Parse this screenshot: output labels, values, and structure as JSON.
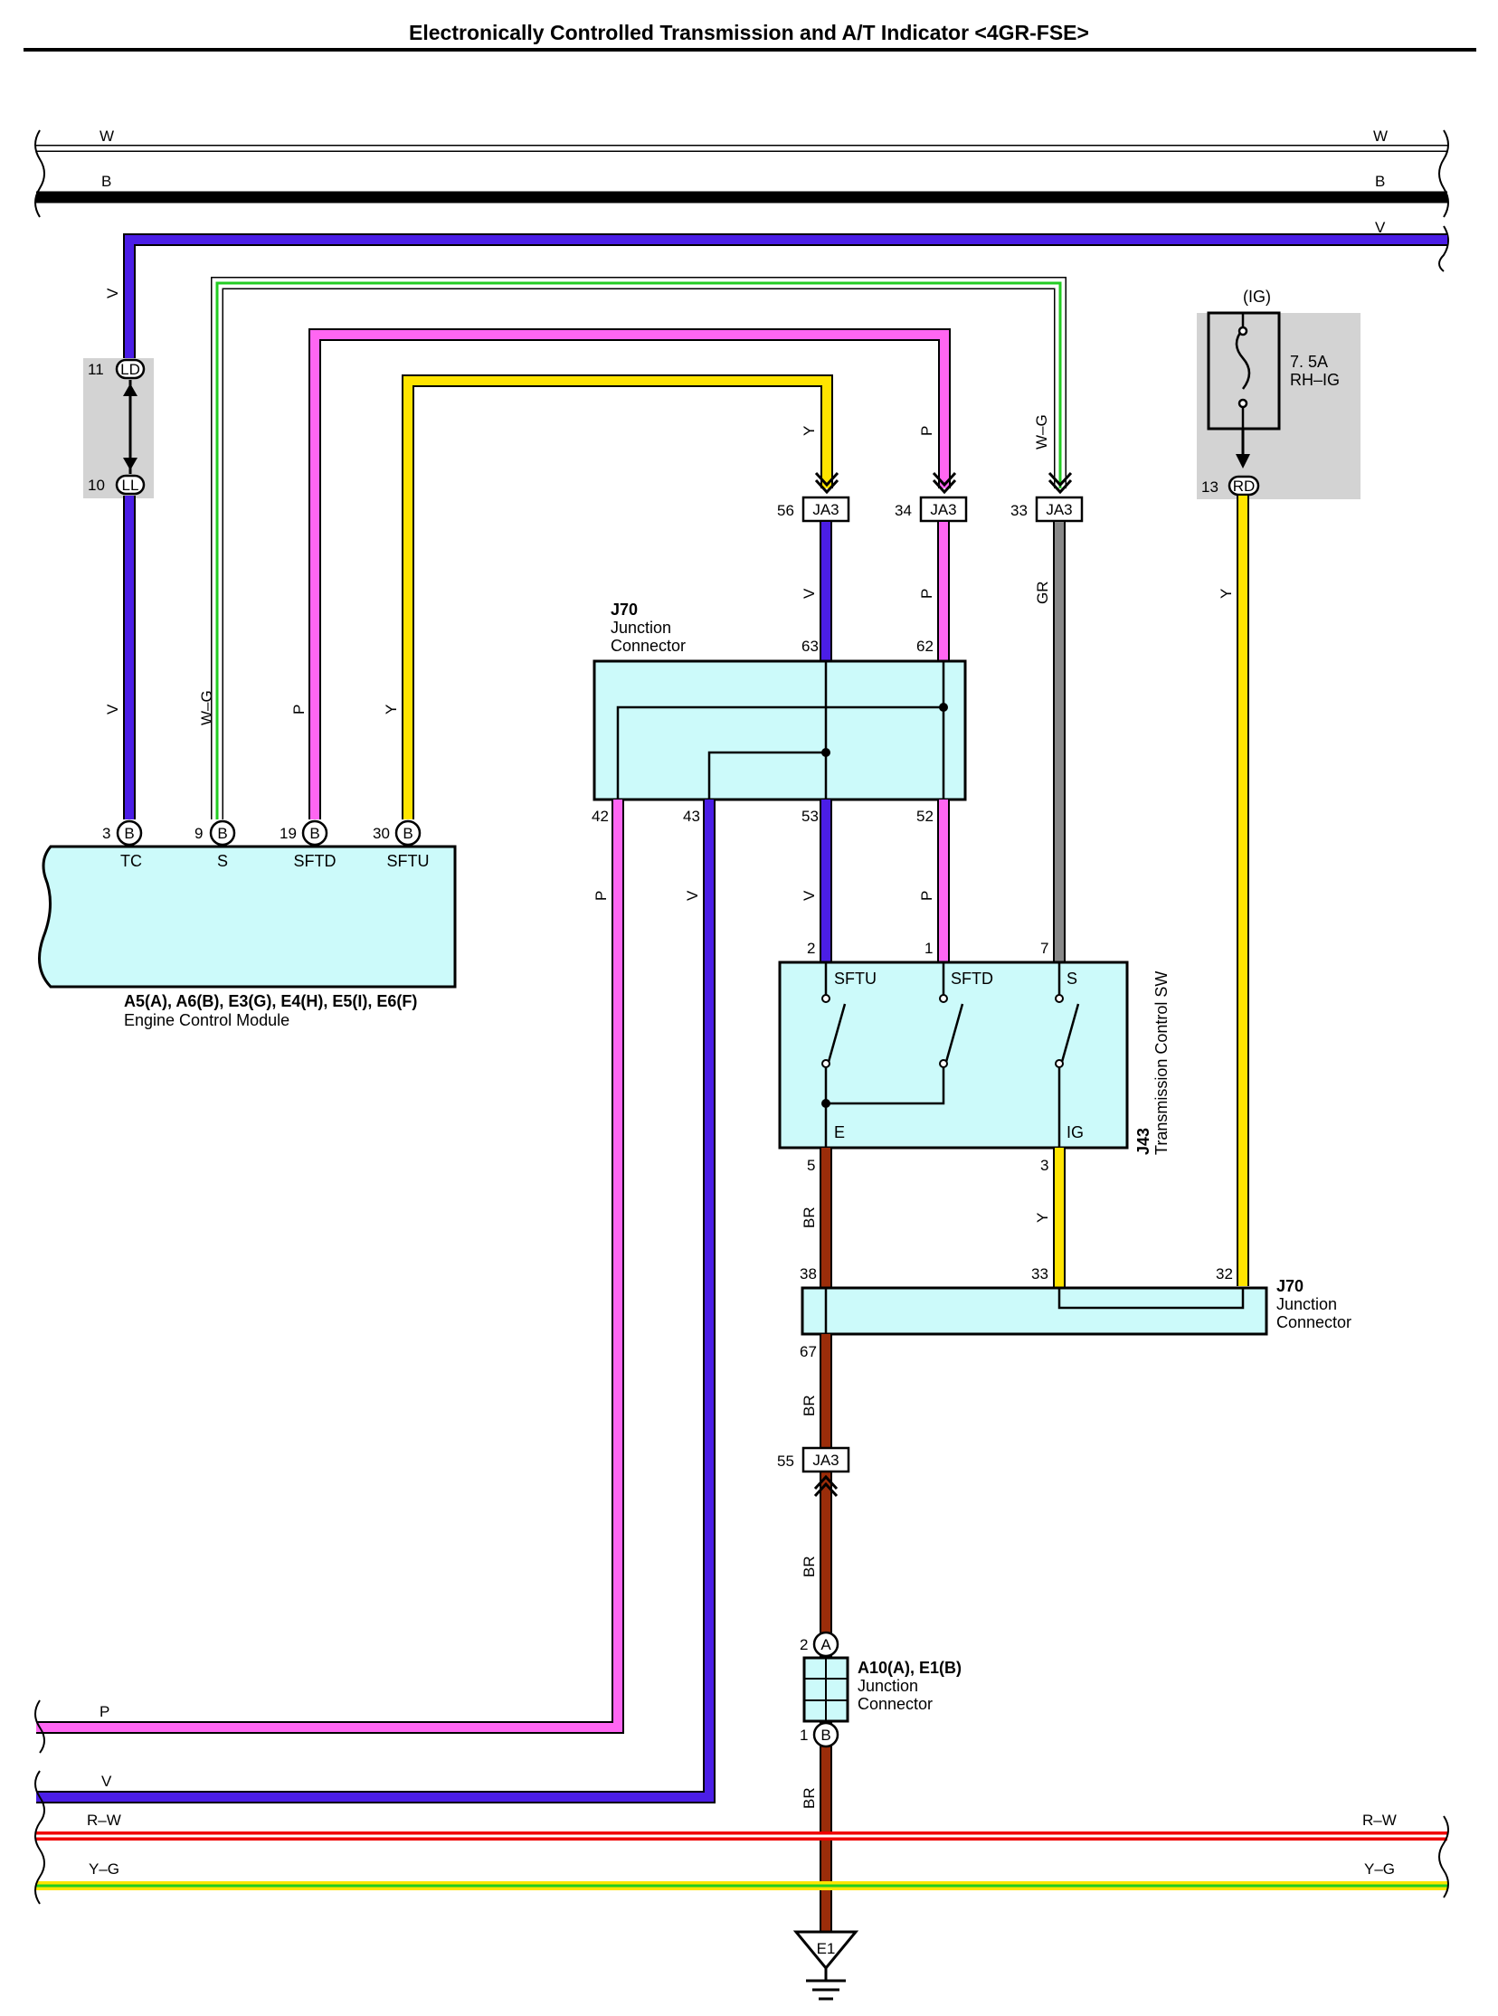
{
  "title": "Electronically Controlled Transmission and A/T Indicator <4GR-FSE>",
  "wire_colors": {
    "V": "#4B1EE6",
    "P": "#FF66F2",
    "Y": "#FFE400",
    "BR": "#9B2D0A",
    "GR": "#888888",
    "B": "#000000",
    "W": "#ffffff",
    "R": "#F00000",
    "G": "#22CC22",
    "box": "#CCFAFA",
    "shade": "#D3D3D3"
  },
  "bus_labels": {
    "w_left": "W",
    "w_right": "W",
    "b_left": "B",
    "b_right": "B",
    "v_right": "V",
    "p_left": "P",
    "v_left": "V",
    "rw_left": "R–W",
    "rw_right": "R–W",
    "yg_left": "Y–G",
    "yg_right": "Y–G"
  },
  "wire_labels": {
    "v_top": "V",
    "v_mid": "V",
    "wg_left": "W–G",
    "p_left": "P",
    "y_left": "Y",
    "y_ja3": "Y",
    "p_ja3": "P",
    "wg_ja3": "W–G",
    "v_j70": "V",
    "p_j70": "P",
    "gr": "GR",
    "y_fuse": "Y",
    "p_42": "P",
    "v_43": "V",
    "v_53": "V",
    "p_52": "P",
    "br_5": "BR",
    "y_3": "Y",
    "br_67": "BR",
    "br_55": "BR",
    "br_gnd": "BR"
  },
  "pins": {
    "ld_num": "11",
    "ld_name": "LD",
    "ll_num": "10",
    "ll_name": "LL",
    "rd_num": "13",
    "rd_name": "RD",
    "ja3_56": "56",
    "ja3_34": "34",
    "ja3_33": "33",
    "ja3_55": "55",
    "ja3_name": "JA3",
    "j70_63": "63",
    "j70_62": "62",
    "j70_42": "42",
    "j70_43": "43",
    "j70_53": "53",
    "j70_52": "52",
    "ecm_3": "3",
    "ecm_9": "9",
    "ecm_19": "19",
    "ecm_30": "30",
    "b_mark": "B",
    "a_mark": "A",
    "sw_2": "2",
    "sw_1": "1",
    "sw_7": "7",
    "sw_5": "5",
    "sw_3": "3",
    "j70b_38": "38",
    "j70b_33": "33",
    "j70b_32": "32",
    "j70b_67": "67",
    "a10_2": "2",
    "a10_1": "1"
  },
  "fuse": {
    "group": "(IG)",
    "rating": "7. 5A",
    "name": "RH–IG"
  },
  "j70_top": {
    "code": "J70",
    "line1": "Junction",
    "line2": "Connector"
  },
  "j70_bottom": {
    "code": "J70",
    "line1": "Junction",
    "line2": "Connector"
  },
  "ecm": {
    "codes": "A5(A), A6(B), E3(G), E4(H), E5(I), E6(F)",
    "name": "Engine Control Module",
    "tc": "TC",
    "s": "S",
    "sftd": "SFTD",
    "sftu": "SFTU"
  },
  "tsw": {
    "code": "J43",
    "name": "Transmission Control SW",
    "sftu": "SFTU",
    "sftd": "SFTD",
    "s": "S",
    "e": "E",
    "ig": "IG"
  },
  "a10": {
    "codes": "A10(A), E1(B)",
    "line1": "Junction",
    "line2": "Connector"
  },
  "ground": "E1"
}
